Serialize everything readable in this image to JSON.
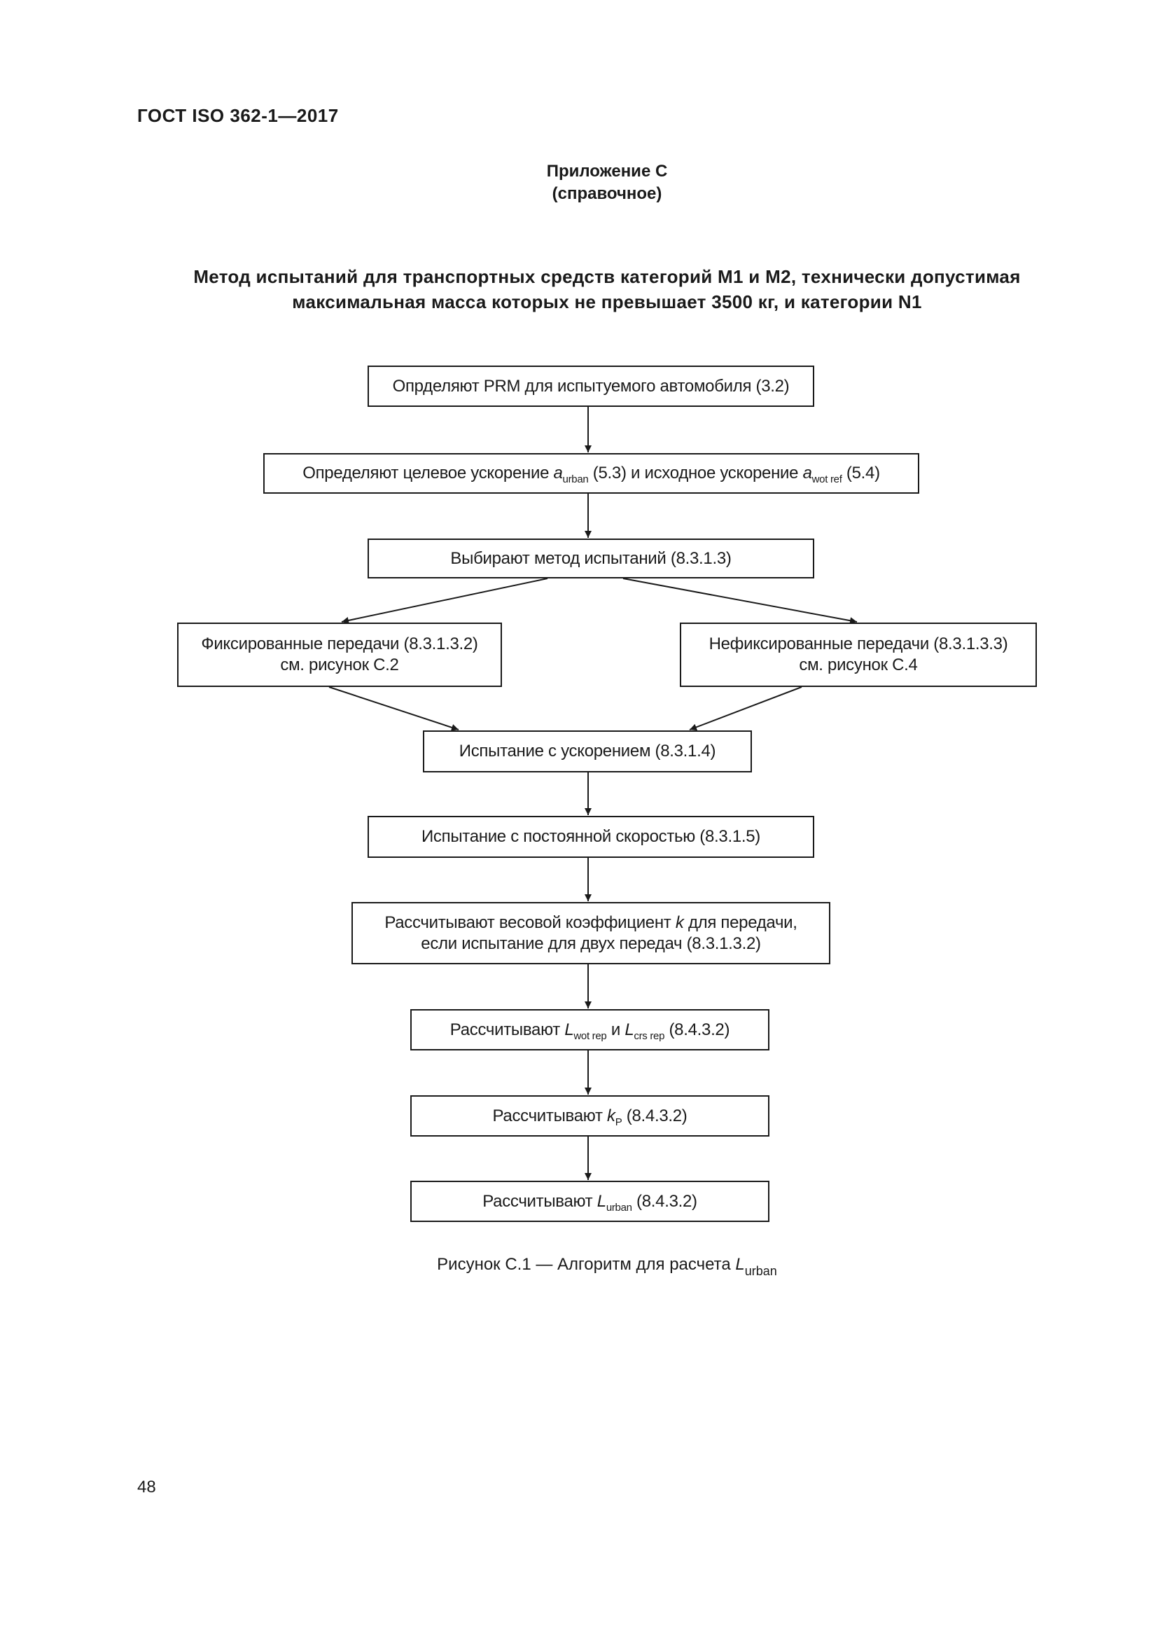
{
  "header": {
    "doc_id": "ГОСТ ISO 362-1—2017"
  },
  "annex": {
    "title": "Приложение С",
    "status": "(справочное)"
  },
  "heading": {
    "line1": "Метод испытаний для транспортных средств категорий М1 и М2, технически допустимая",
    "line2": "максимальная масса которых не превышает 3500 кг, и категории N1"
  },
  "flowchart": {
    "step1": "Опрделяют PRM для испытуемого автомобиля (3.2)",
    "step2": {
      "pre": "Определяют целевое ускорение ",
      "var1": "a",
      "sub1": "urban",
      "mid": " (5.3) и исходное ускорение ",
      "var2": "a",
      "sub2": "wot ref",
      "post": " (5.4)"
    },
    "step3": "Выбирают метод испытаний (8.3.1.3)",
    "step4_left": {
      "line1": "Фиксированные передачи (8.3.1.3.2)",
      "line2": "см. рисунок С.2"
    },
    "step4_right": {
      "line1": "Нефиксированные передачи (8.3.1.3.3)",
      "line2": "см. рисунок С.4"
    },
    "step5": "Испытание с ускорением (8.3.1.4)",
    "step6": "Испытание с постоянной скоростью (8.3.1.5)",
    "step7": {
      "line1_pre": "Рассчитывают весовой коэффициент ",
      "line1_var": "k",
      "line1_post": " для передачи,",
      "line2": "если испытание для двух передач (8.3.1.3.2)"
    },
    "step8": {
      "pre": "Рассчитывают ",
      "var1": "L",
      "sub1": "wot rep",
      "mid": " и ",
      "var2": "L",
      "sub2": "crs rep",
      "post": " (8.4.3.2)"
    },
    "step9": {
      "pre": "Рассчитывают ",
      "var": "k",
      "sub": "P",
      "post": " (8.4.3.2)"
    },
    "step10": {
      "pre": "Рассчитывают ",
      "var": "L",
      "sub": "urban",
      "post": " (8.4.3.2)"
    }
  },
  "caption": {
    "pre": "Рисунок С.1 — Алгоритм для расчета ",
    "var": "L",
    "sub": "urban"
  },
  "footer": {
    "page_number": "48"
  }
}
